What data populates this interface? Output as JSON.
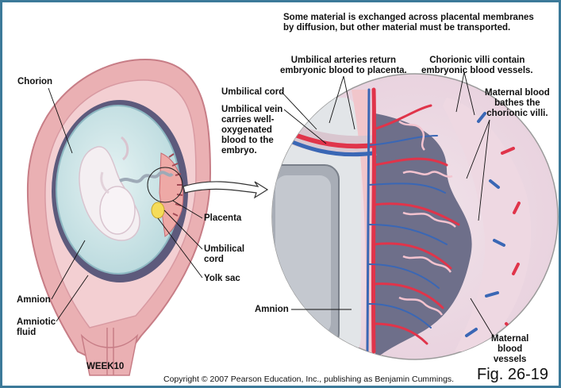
{
  "header": {
    "caption": "Some material is exchanged across placental membranes\nby diffusion, but other material must be transported."
  },
  "labels": {
    "chorion": "Chorion",
    "amnion_left": "Amnion",
    "amniotic_fluid": "Amniotic\nfluid",
    "week": "WEEK10",
    "placenta": "Placenta",
    "umbilical_cord_left": "Umbilical\ncord",
    "yolk_sac": "Yolk sac",
    "umbilical_cord_right": "Umbilical cord",
    "umbilical_vein": "Umbilical vein\ncarries well-\noxygenated\nblood to the\nembryo.",
    "umbilical_arteries": "Umbilical arteries return\nembryonic blood to placenta.",
    "chorionic_villi": "Chorionic villi contain\nembryonic blood vessels.",
    "maternal_blood_bathes": "Maternal blood\nbathes the\nchorionic villi.",
    "amnion_right": "Amnion",
    "maternal_vessels": "Maternal\nblood\nvessels"
  },
  "footer": {
    "copyright": "Copyright © 2007 Pearson Education, Inc., publishing as Benjamin Cummings.",
    "figure": "Fig. 26-19"
  },
  "colors": {
    "frame": "#3c7a99",
    "uterus_wall": "#e9a5a8",
    "amniotic_fluid": "#cfe6e8",
    "embryo": "#f2eef0",
    "artery_red": "#e0344a",
    "vein_blue": "#3a67b5",
    "villi_dark": "#6e6f8a"
  }
}
